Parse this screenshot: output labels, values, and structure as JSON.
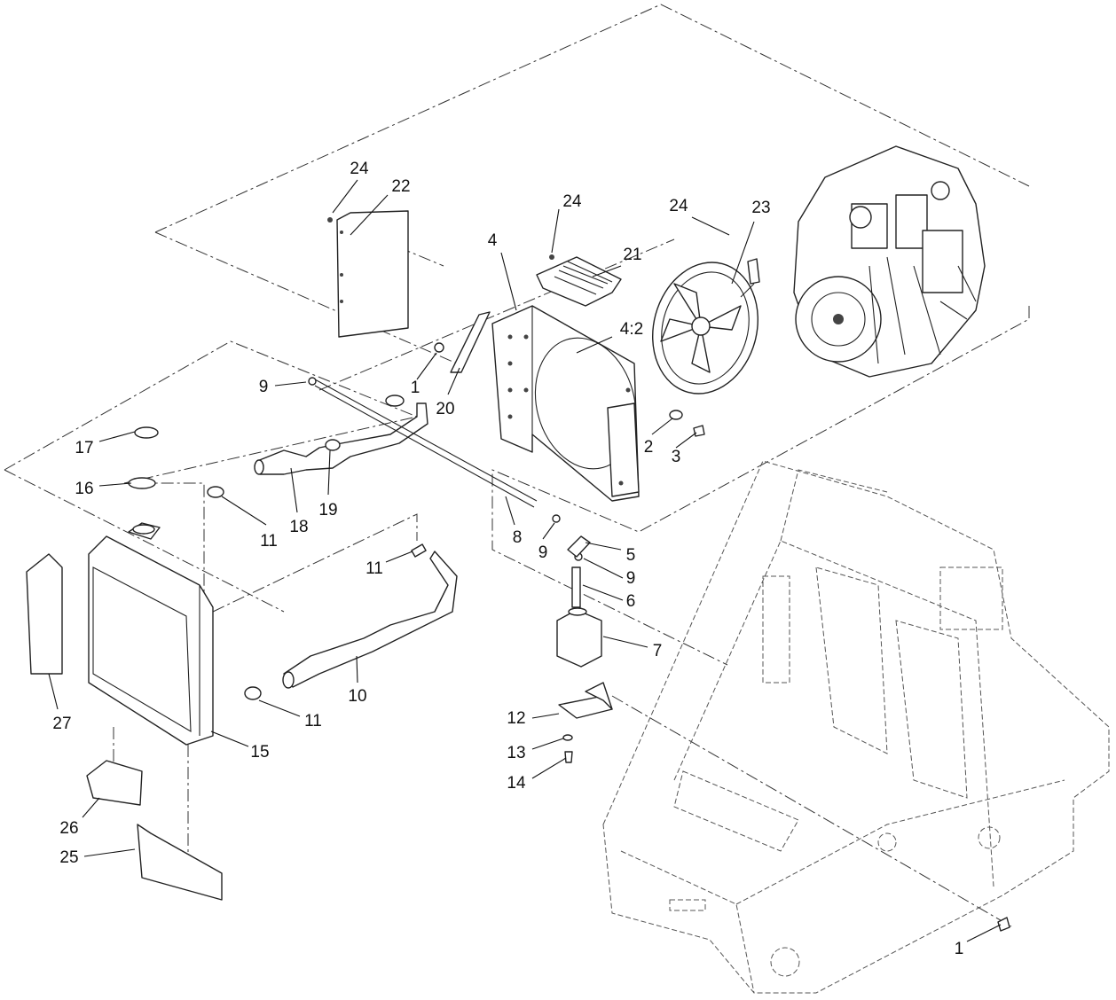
{
  "callouts": [
    {
      "text": "24"
    },
    {
      "text": "22"
    },
    {
      "text": "24"
    },
    {
      "text": "21"
    },
    {
      "text": "4"
    },
    {
      "text": "24"
    },
    {
      "text": "23"
    },
    {
      "text": "4:2"
    },
    {
      "text": "9"
    },
    {
      "text": "1"
    },
    {
      "text": "20"
    },
    {
      "text": "2"
    },
    {
      "text": "3"
    },
    {
      "text": "17"
    },
    {
      "text": "16"
    },
    {
      "text": "11"
    },
    {
      "text": "18"
    },
    {
      "text": "19"
    },
    {
      "text": "8"
    },
    {
      "text": "9"
    },
    {
      "text": "5"
    },
    {
      "text": "11"
    },
    {
      "text": "9"
    },
    {
      "text": "6"
    },
    {
      "text": "7"
    },
    {
      "text": "10"
    },
    {
      "text": "27"
    },
    {
      "text": "11"
    },
    {
      "text": "15"
    },
    {
      "text": "12"
    },
    {
      "text": "13"
    },
    {
      "text": "14"
    },
    {
      "text": "26"
    },
    {
      "text": "25"
    },
    {
      "text": "1"
    }
  ],
  "icons": {
    "engine": "engine-block-icon",
    "fan": "electric-fan-icon",
    "radiator": "radiator-icon",
    "frame": "chassis-frame-icon"
  }
}
